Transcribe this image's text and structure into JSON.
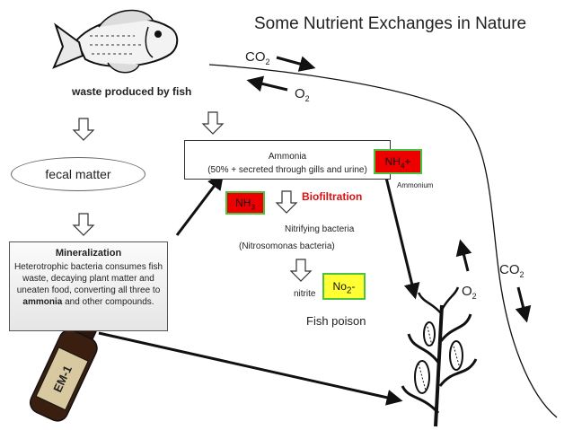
{
  "title": "Some Nutrient Exchanges in Nature",
  "fish_label": "waste produced by fish",
  "fecal_label": "fecal matter",
  "ammonia": {
    "title": "Ammonia",
    "detail": "(50% + secreted through gills and urine)"
  },
  "nh4": {
    "main": "NH",
    "sub": "4",
    "suffix": "+"
  },
  "ammonium": "Ammonium",
  "nh3": {
    "main": "NH",
    "sub": "3"
  },
  "biofiltration": "Biofiltration",
  "nitrifying": "Nitrifying bacteria",
  "nitrosomonas": "(Nitrosomonas bacteria)",
  "no2": {
    "main": "No",
    "sub": "2",
    "suffix": "-"
  },
  "nitrite": "nitrite",
  "fish_poison": "Fish poison",
  "mineralization": {
    "title": "Mineralization",
    "text_before": "Heterotrophic bacteria consumes fish waste, decaying plant matter and uneaten food, converting all three to ",
    "text_bold": "ammonia",
    "text_after": " and other compounds."
  },
  "gases": {
    "co2_top": {
      "main": "CO",
      "sub": "2"
    },
    "o2_top": {
      "main": "O",
      "sub": "2"
    },
    "o2_right": {
      "main": "O",
      "sub": "2"
    },
    "co2_right": {
      "main": "CO",
      "sub": "2"
    }
  },
  "bottle_label": "EM-1",
  "colors": {
    "red_box": "#ee0000",
    "yellow_box": "#ffff33",
    "box_border": "#4cc240",
    "biofiltration_text": "#dd1111"
  }
}
